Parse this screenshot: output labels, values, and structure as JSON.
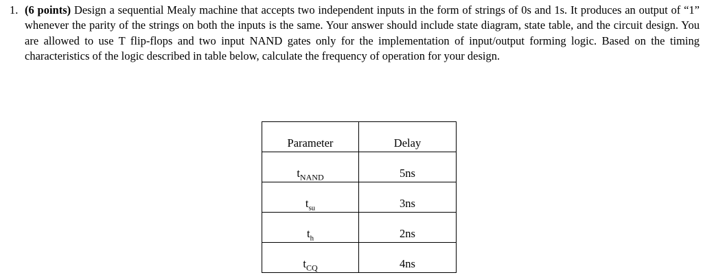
{
  "question": {
    "number": "1.",
    "points_label": "(6 points)",
    "text": " Design a sequential Mealy machine that accepts two independent inputs in the form of strings of 0s and 1s. It produces an output of “1” whenever the parity of the strings on both the inputs is the same. Your answer should include state diagram, state table, and the circuit design. You are allowed to use T flip-flops and two input NAND gates only for the implementation of input/output forming logic. Based on the timing characteristics of the logic described in table below, calculate the frequency of operation for your design."
  },
  "delay_table": {
    "headers": {
      "parameter": "Parameter",
      "delay": "Delay"
    },
    "rows": [
      {
        "base": "t",
        "subscript": "NAND",
        "sub_style": "upper",
        "delay": "5ns"
      },
      {
        "base": "t",
        "subscript": "su",
        "sub_style": "lower",
        "delay": "3ns"
      },
      {
        "base": "t",
        "subscript": "h",
        "sub_style": "lower",
        "delay": "2ns"
      },
      {
        "base": "t",
        "subscript": "CQ",
        "sub_style": "upper",
        "delay": "4ns"
      }
    ]
  },
  "colors": {
    "page_background": "#ffffff",
    "text": "#000000",
    "table_border": "#000000"
  }
}
